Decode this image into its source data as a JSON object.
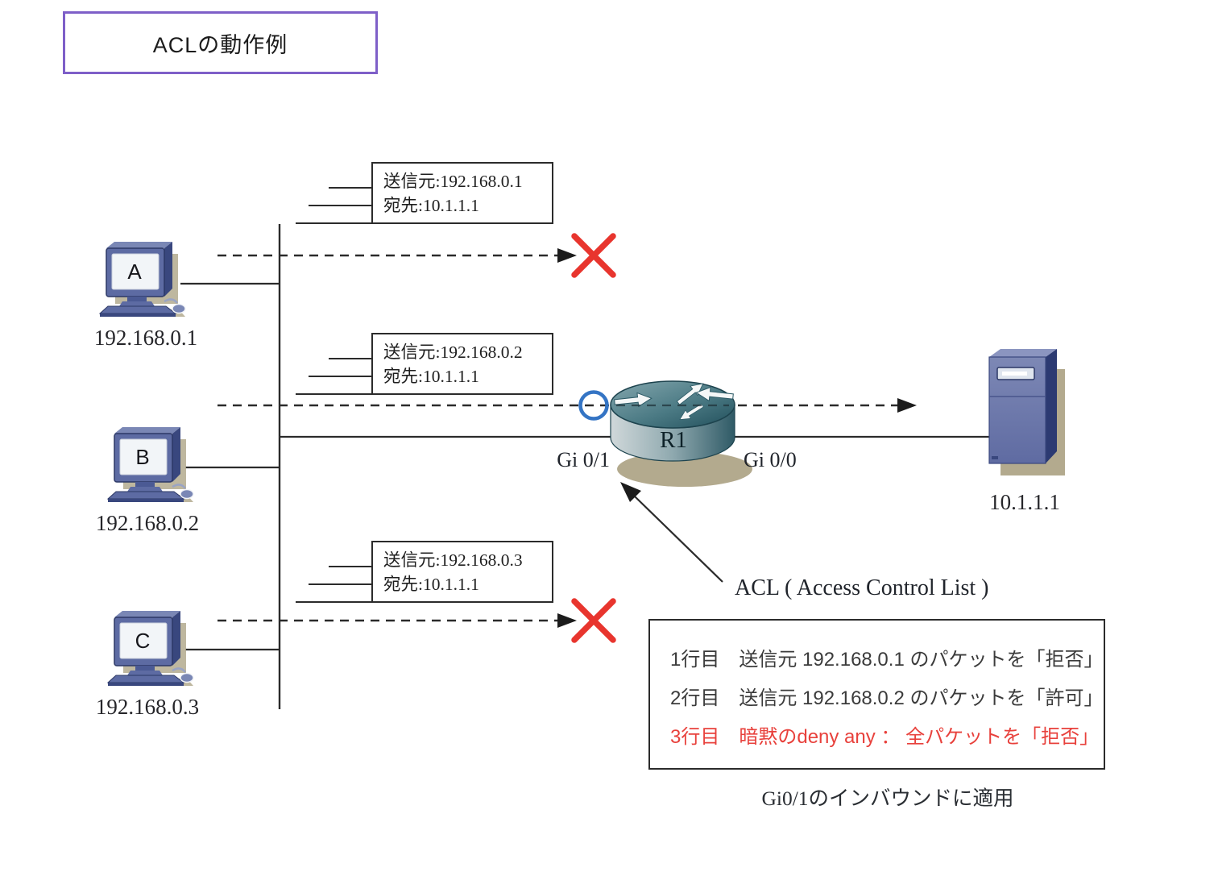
{
  "title": "ACLの動作例",
  "hosts": [
    {
      "name": "A",
      "ip": "192.168.0.1"
    },
    {
      "name": "B",
      "ip": "192.168.0.2"
    },
    {
      "name": "C",
      "ip": "192.168.0.3"
    }
  ],
  "packets": [
    {
      "source": "送信元:192.168.0.1",
      "dest": "宛先:10.1.1.1",
      "result": "denied"
    },
    {
      "source": "送信元:192.168.0.2",
      "dest": "宛先:10.1.1.1",
      "result": "permitted"
    },
    {
      "source": "送信元:192.168.0.3",
      "dest": "宛先:10.1.1.1",
      "result": "denied"
    }
  ],
  "router": {
    "name": "R1",
    "left_interface": "Gi 0/1",
    "right_interface": "Gi 0/0"
  },
  "server": {
    "ip": "10.1.1.1"
  },
  "acl": {
    "label": "ACL ( Access Control List )",
    "rules": [
      "1行目　送信元 192.168.0.1 のパケットを「拒否」",
      "2行目　送信元 192.168.0.2 のパケットを「許可」",
      "3行目　暗黙のdeny any ： 全パケットを「拒否」"
    ],
    "caption": "Gi0/1のインバウンドに適用"
  },
  "icons": {
    "host": "desktop-computer-icon",
    "router": "router-icon",
    "server": "server-icon",
    "deny": "deny-x-icon",
    "permit": "permit-circle-icon"
  },
  "colors": {
    "title_border": "#7e5fc8",
    "deny_x": "#e8352e",
    "permit_circle": "#3474c4",
    "rule3_red": "#e8413c",
    "diagram_line": "#2b2b2b",
    "router_teal": "#3f6f7a",
    "device_blue": "#5d6ba3",
    "shadow_tan": "#b3aa8e"
  }
}
